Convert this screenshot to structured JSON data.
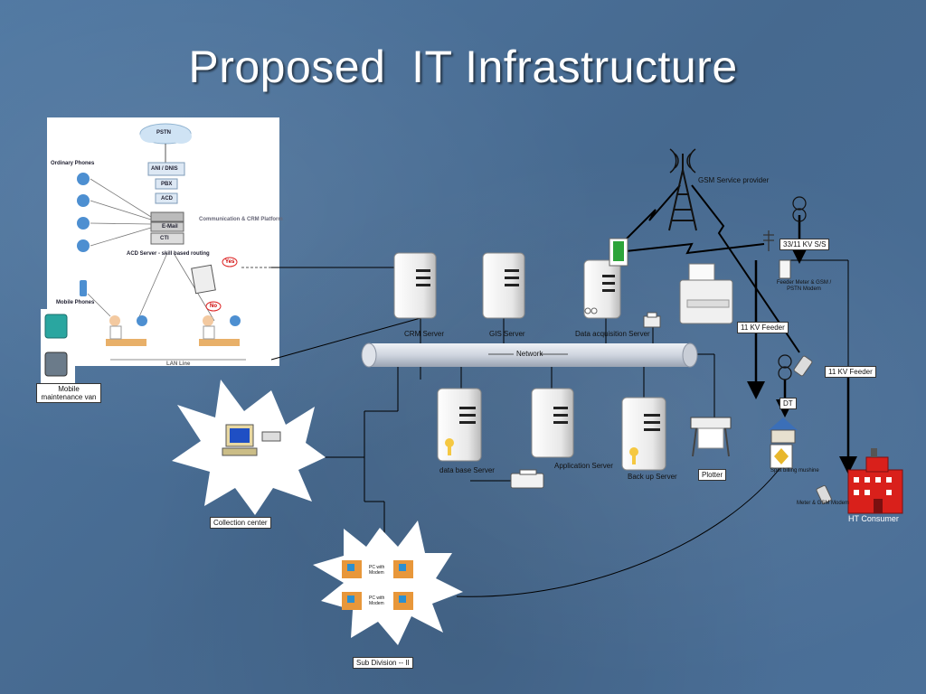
{
  "title": "Proposed  IT Infrastructure",
  "call_center": {
    "pstn": "PSTN",
    "ani_dnis": "ANI / DNIS",
    "pbx": "PBX",
    "acd": "ACD",
    "email": "E-Mail",
    "cti": "CTI",
    "ordinary_phones": "Ordinary Phones",
    "mobile_phones": "Mobile Phones",
    "platform": "Communication & CRM Platform",
    "acd_server": "ACD Server - skill based routing",
    "yes": "Yes",
    "no": "No",
    "lan_line": "LAN Line"
  },
  "labels": {
    "mobile_van": "Mobile maintenance van",
    "gsm_provider": "GSM Service provider",
    "kv33": "33/11 KV S/S",
    "feeder_meter": "Feeder Meter & GSM / PSTN Modem",
    "kv11_feeder_a": "11 KV Feeder",
    "kv11_feeder_b": "11 KV Feeder",
    "crm_server": "CRM Server",
    "gis_server": "GIS Server",
    "daq_server": "Data acquisition Server",
    "network": "Network",
    "dt": "DT",
    "db_server": "data base Server",
    "app_server": "Application Server",
    "backup_server": "Back up Server",
    "plotter": "Plotter",
    "spot_billing": "Spot billing mushine",
    "meter_gsm": "Meter & GSM Modem",
    "ht_consumer": "HT Consumer",
    "collection_center": "Collection center",
    "pc_modem_1": "PC with Modem",
    "pc_modem_2": "PC with Modem",
    "sub_division": "Sub Division -- II"
  },
  "colors": {
    "background": "#4a6f98",
    "server_body": "#f2f2f2",
    "building_red": "#d9201b",
    "network_tube": "#d8dde6"
  }
}
